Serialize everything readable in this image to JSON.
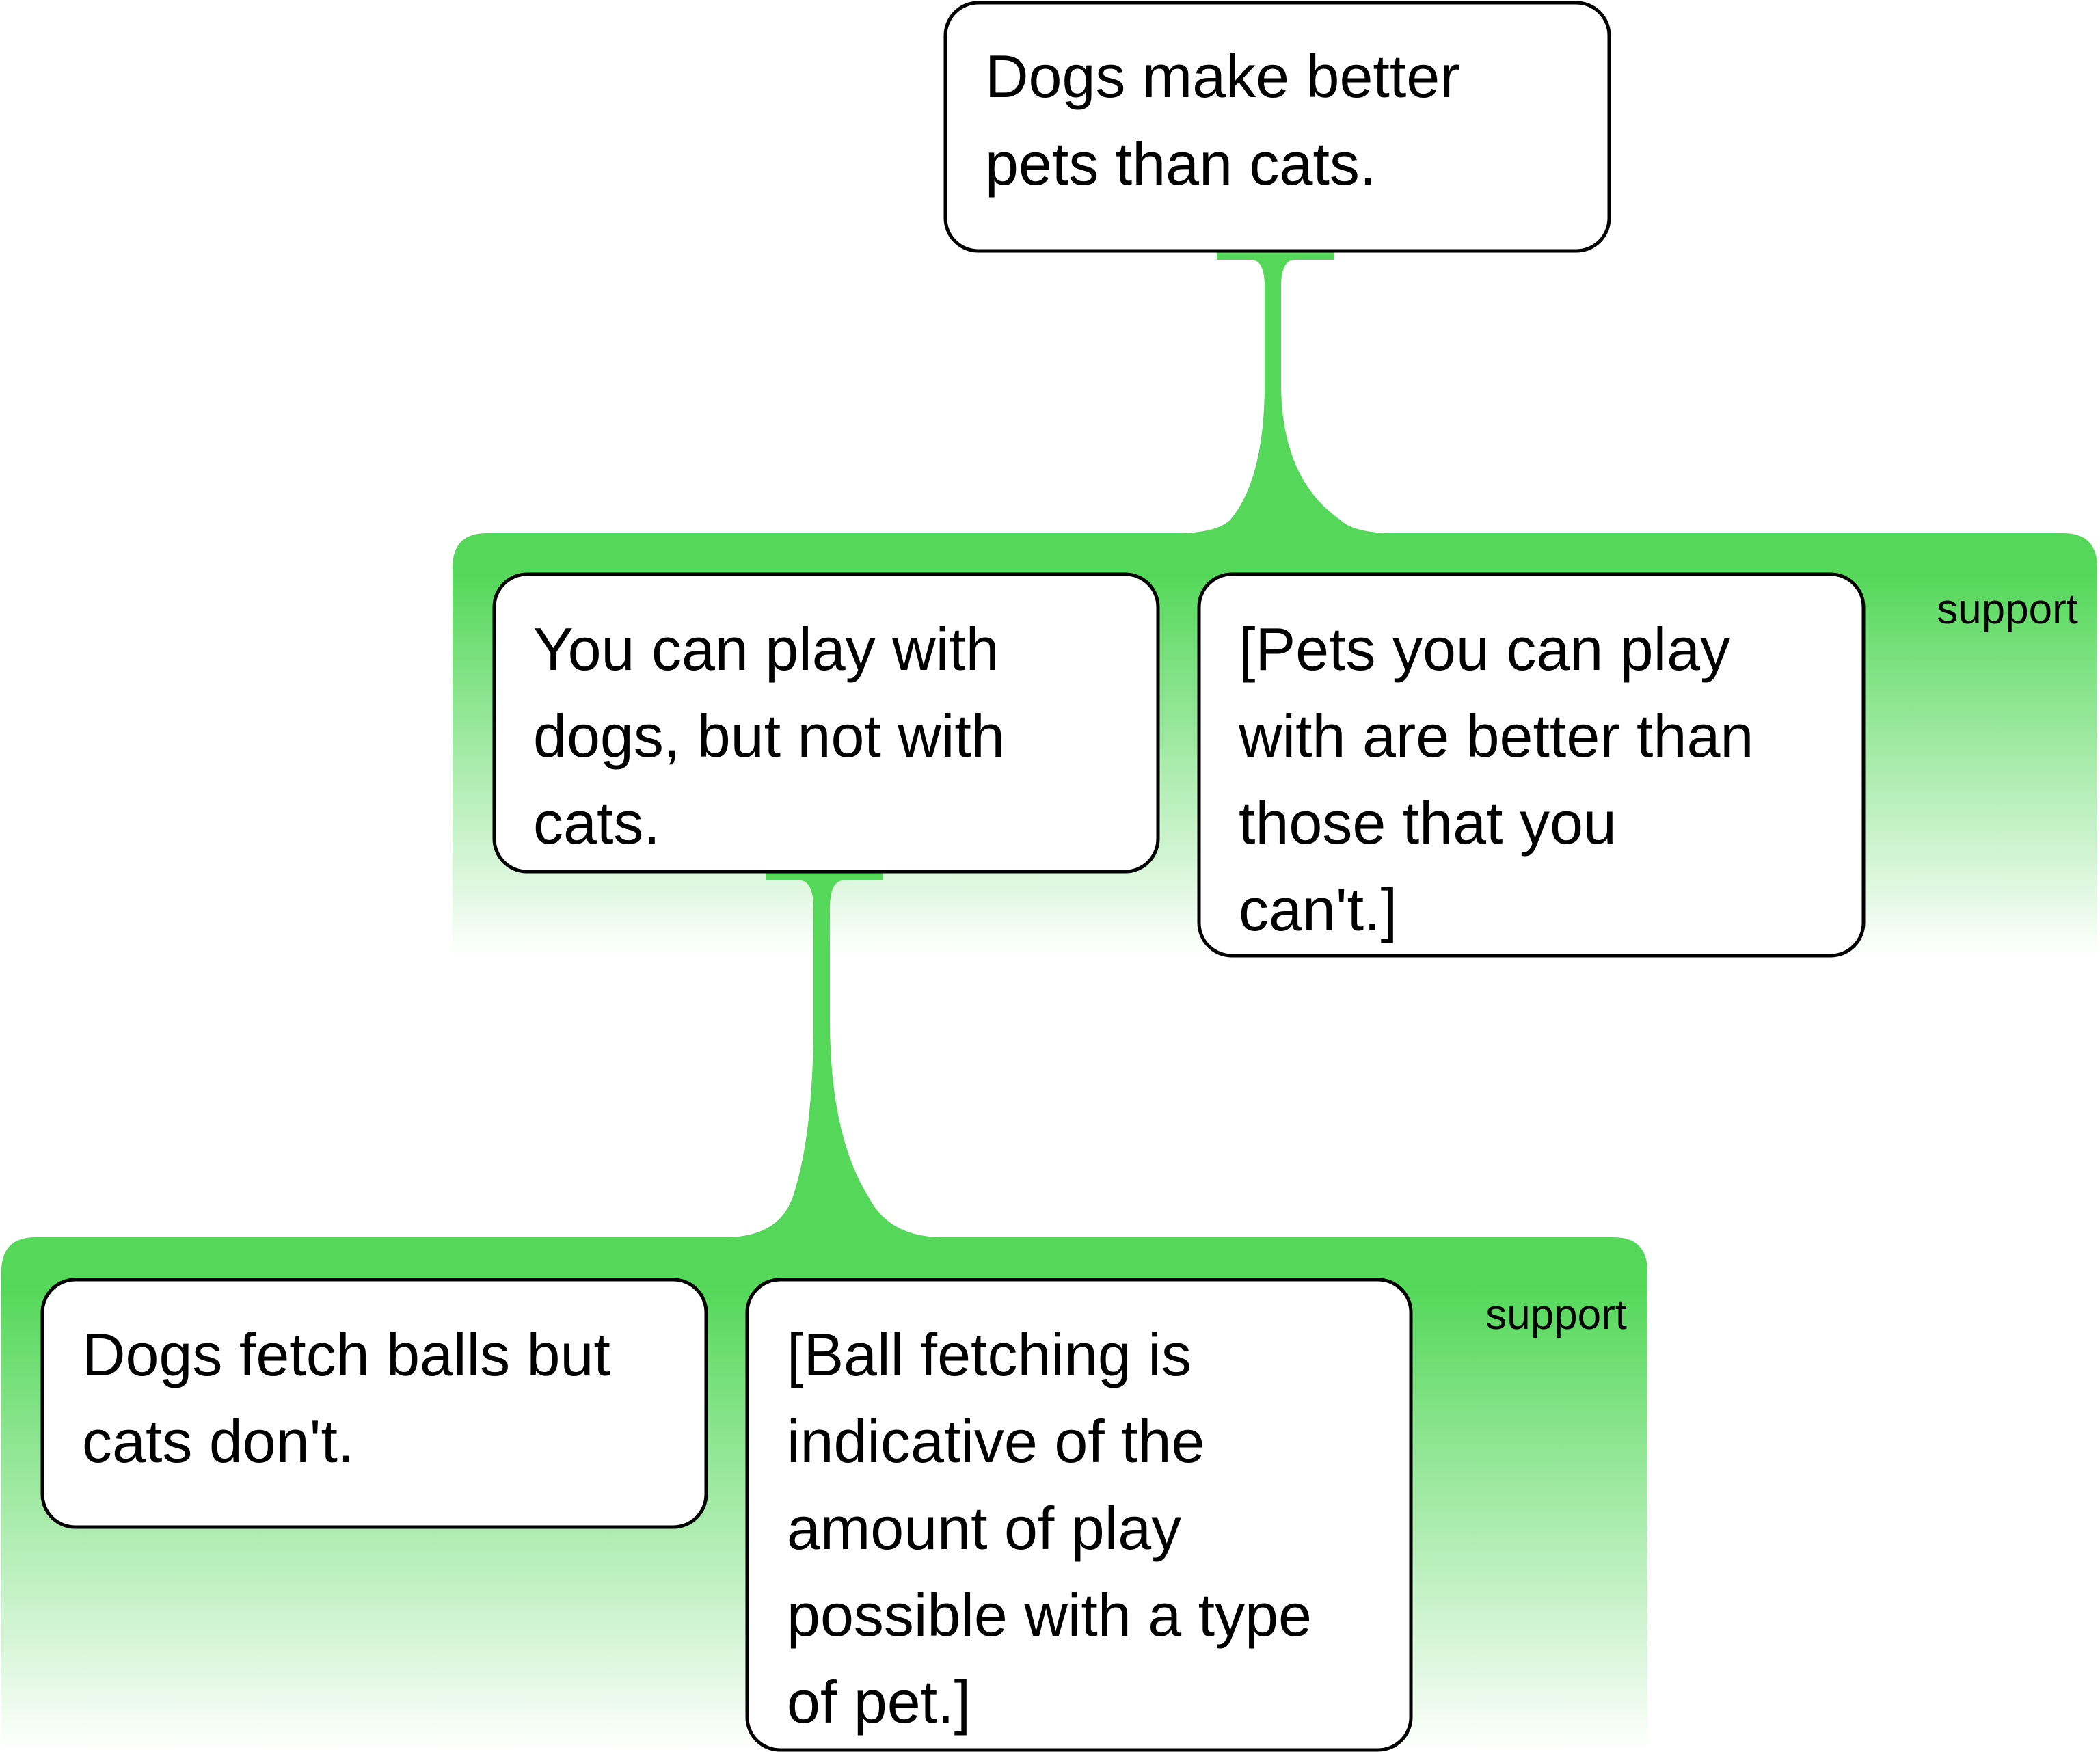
{
  "diagram": {
    "type": "argument-map",
    "colors": {
      "support": "#55d85a",
      "box_fill": "#ffffff",
      "box_stroke": "#000000",
      "text": "#000000"
    },
    "nodes": {
      "claim": {
        "lines": [
          "Dogs make better",
          "pets than cats."
        ]
      },
      "reason_play": {
        "lines": [
          "You can play with",
          "dogs, but not with",
          "cats."
        ]
      },
      "premise_play": {
        "lines": [
          "[Pets you can play",
          "with are better than",
          "those that you",
          "can't.]"
        ]
      },
      "reason_fetch": {
        "lines": [
          "Dogs fetch balls but",
          "cats don't."
        ]
      },
      "premise_fetch": {
        "lines": [
          "[Ball fetching is",
          "indicative of the",
          "amount of play",
          "possible with a type",
          "of pet.]"
        ]
      }
    },
    "groups": {
      "upper": {
        "relation": "support",
        "label": "support"
      },
      "lower": {
        "relation": "support",
        "label": "support"
      }
    }
  }
}
